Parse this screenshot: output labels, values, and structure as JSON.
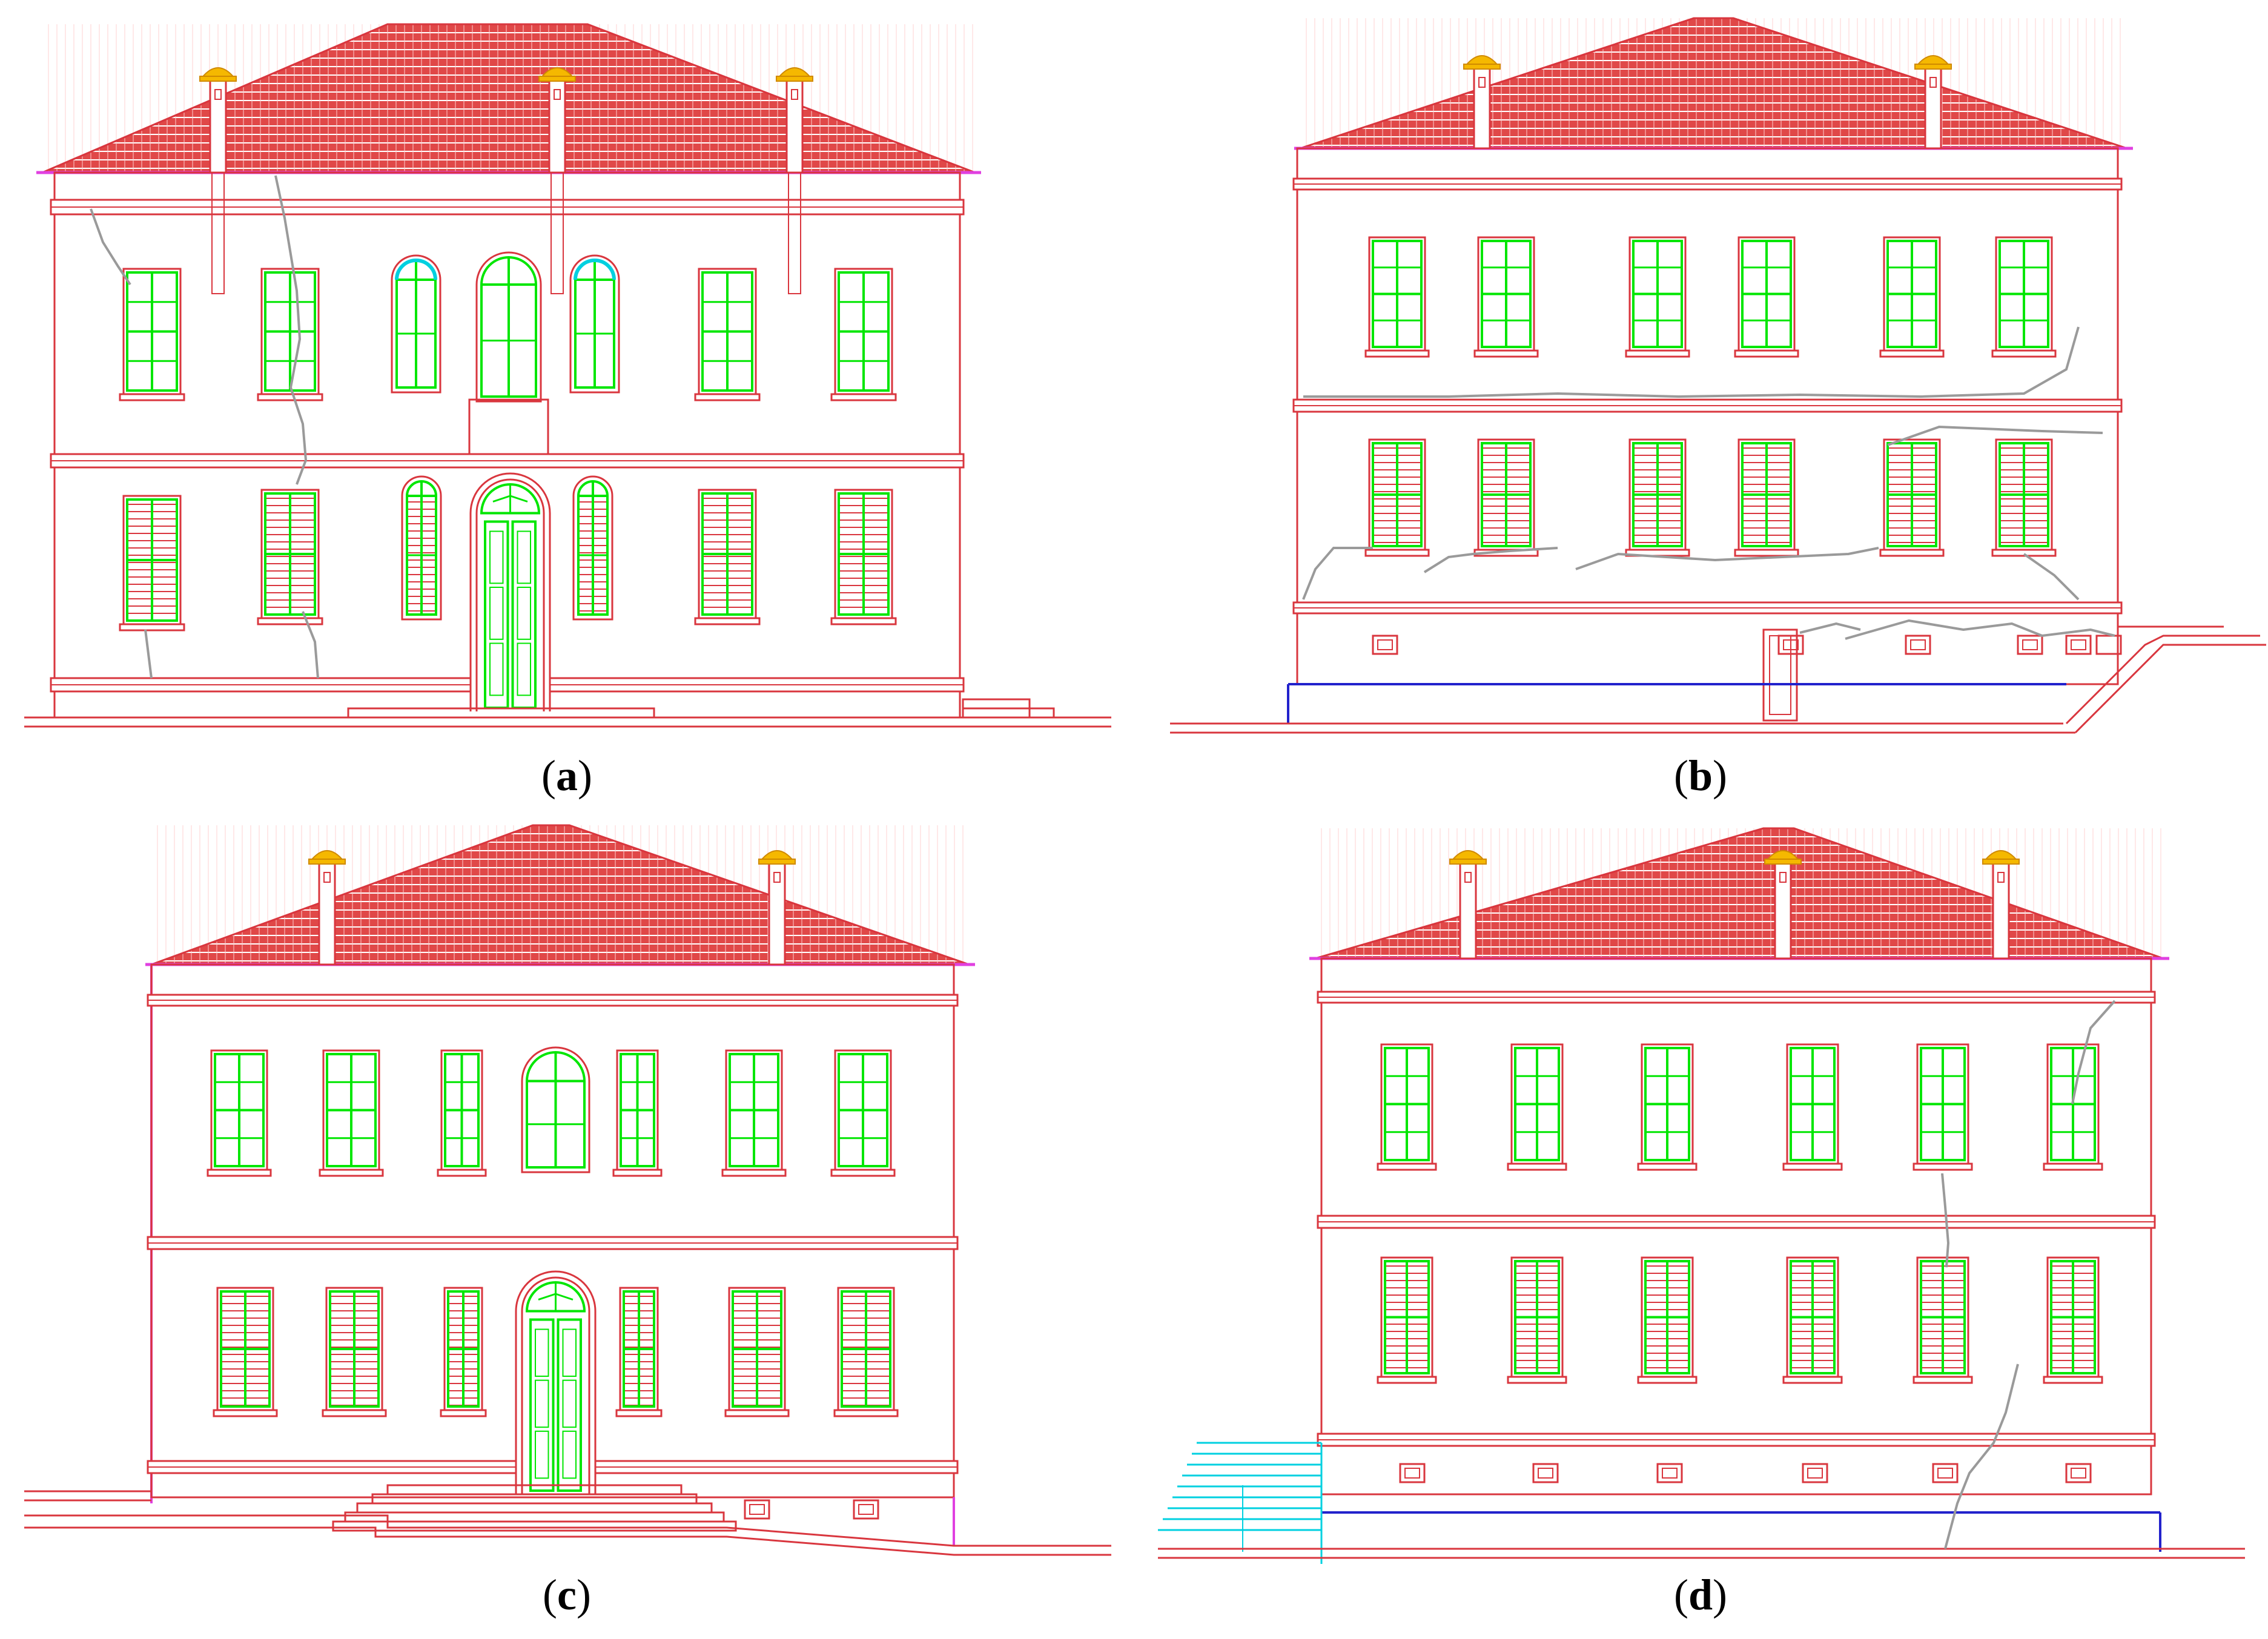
{
  "panels": [
    {
      "id": "a",
      "label": "a",
      "variant": "front"
    },
    {
      "id": "b",
      "label": "b",
      "variant": "side-basement"
    },
    {
      "id": "c",
      "label": "c",
      "variant": "rear"
    },
    {
      "id": "d",
      "label": "d",
      "variant": "side-steps"
    }
  ],
  "colors": {
    "outline": "#d9363e",
    "roof_fill": "#e04848",
    "glass": "#00e600",
    "crack": "#9a9a9a",
    "chimney_cap": "#f5b800",
    "eave": "#e040e0",
    "basement_line": "#2222cc",
    "steps": "#00d0e0"
  }
}
